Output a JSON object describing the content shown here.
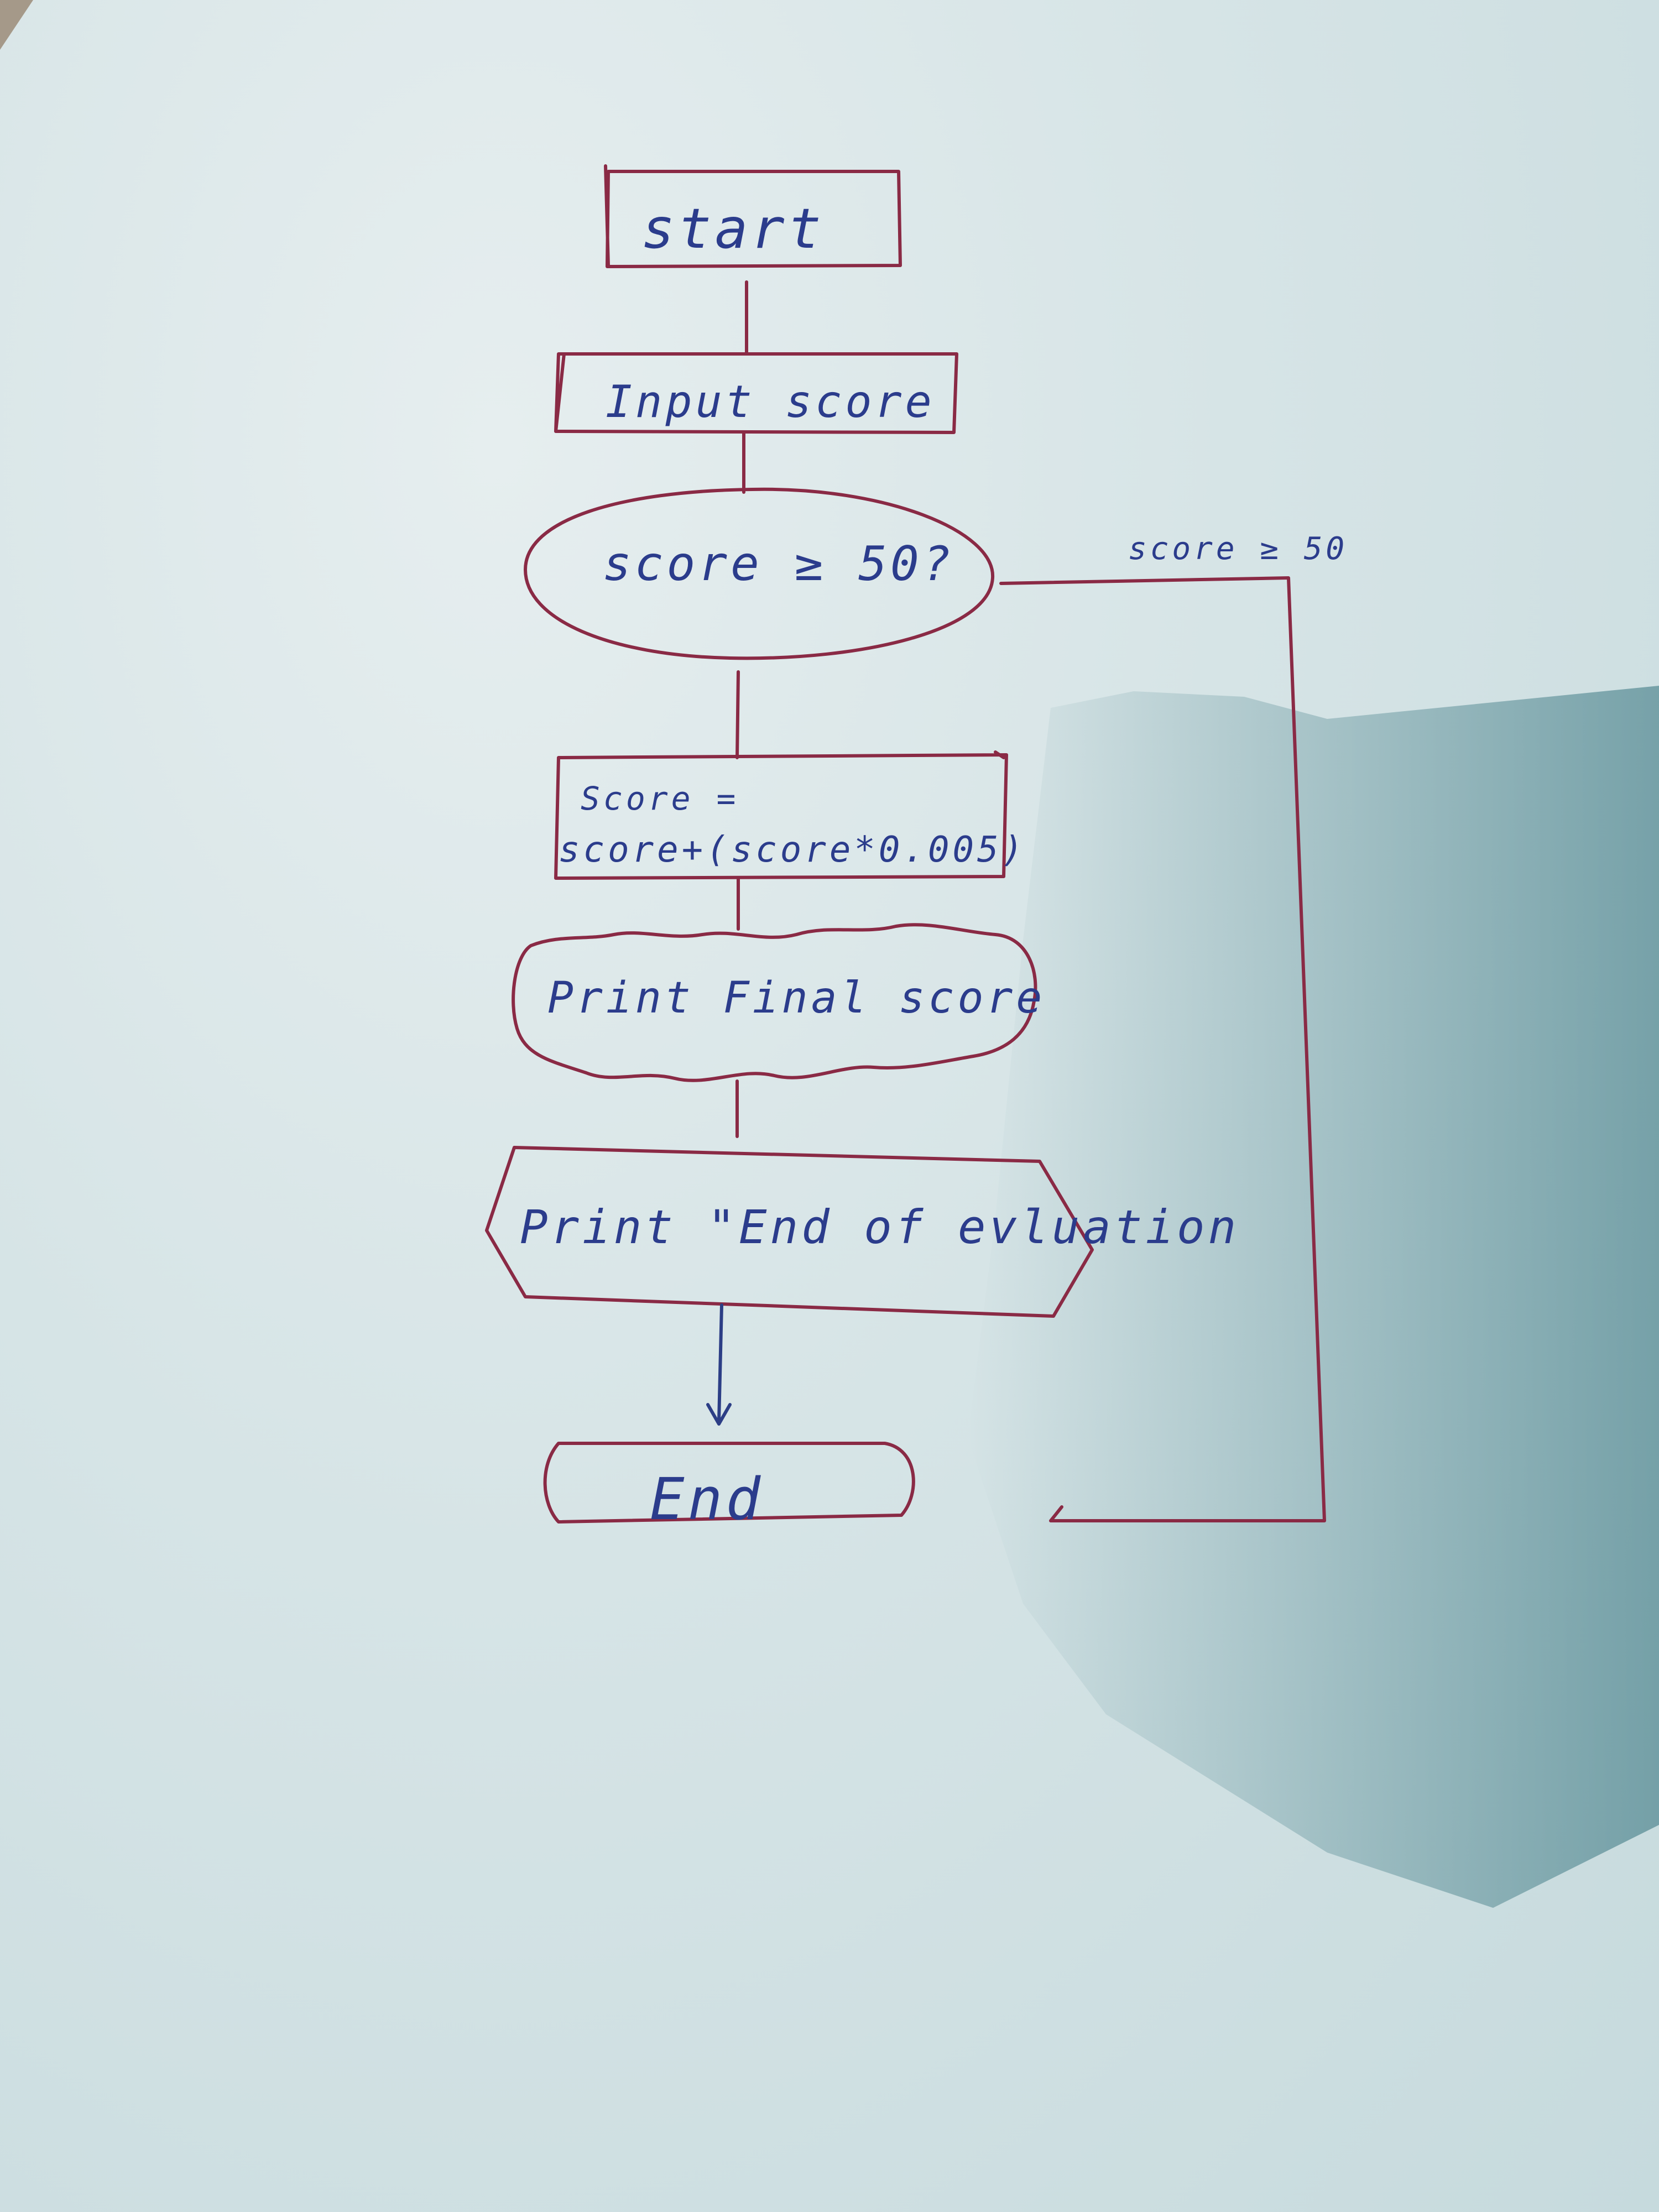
{
  "flowchart": {
    "nodes": [
      {
        "id": "start",
        "shape": "rectangle",
        "label": "start"
      },
      {
        "id": "input",
        "shape": "rectangle",
        "label": "Input score"
      },
      {
        "id": "decision",
        "shape": "ellipse",
        "label": "score ≥ 50?"
      },
      {
        "id": "calc",
        "shape": "rectangle",
        "line1": "Score =",
        "line2": "score+(score*0.005)"
      },
      {
        "id": "print_final",
        "shape": "cloud",
        "label": "Print Final score"
      },
      {
        "id": "print_end",
        "shape": "hexagon",
        "label": "Print \"End of evluation"
      },
      {
        "id": "end",
        "shape": "rounded-terminal",
        "label": "End"
      }
    ],
    "branch_label": "score ≥ 50",
    "colors": {
      "shapes": "#8a2a45",
      "text": "#2b3c8c",
      "paper": "#d6e4e6"
    }
  }
}
